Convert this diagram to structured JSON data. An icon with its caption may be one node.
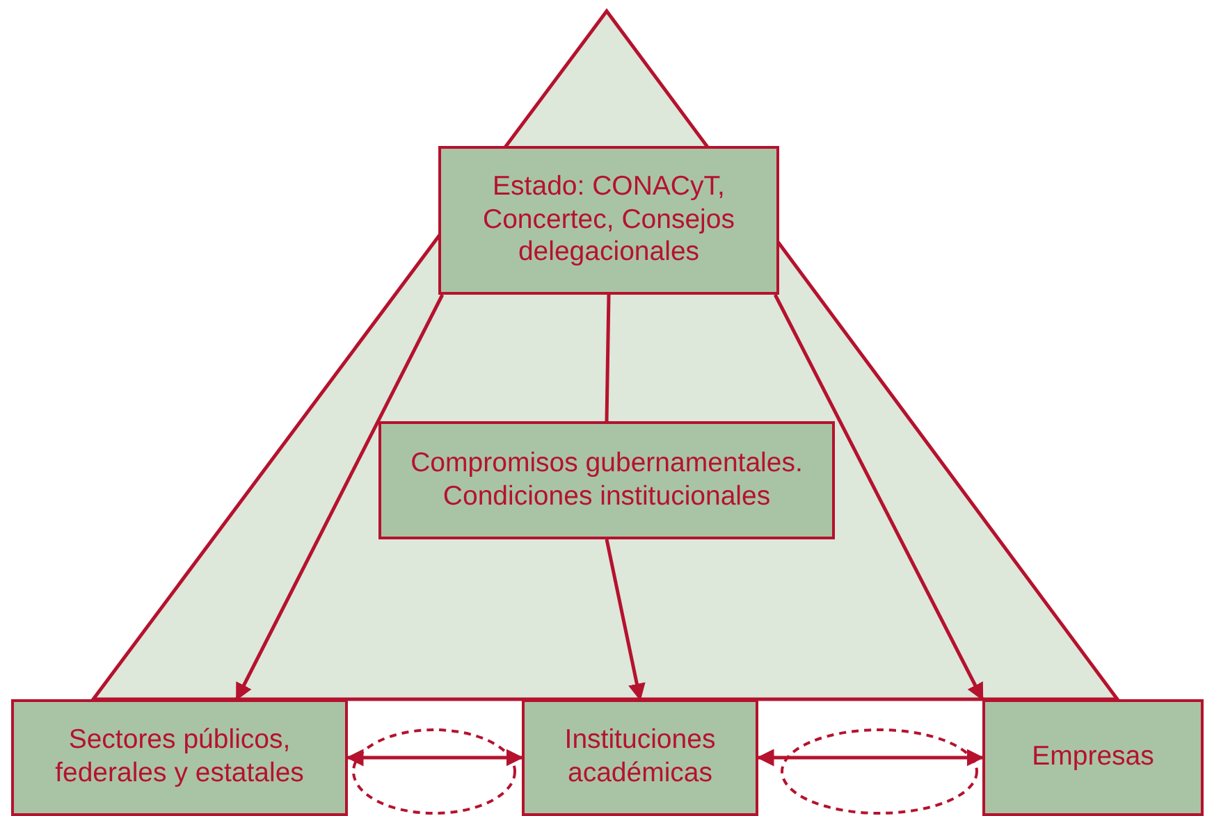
{
  "diagram": {
    "nodes": [
      {
        "text": [
          "Estado: CONACyT, Concertec, Consejos delegacionales"
        ]
      },
      {
        "text": [
          "Compromisos gubernamentales. Condiciones institucionales"
        ]
      },
      {
        "text": [
          "Sectores públicos, federales y estatales"
        ]
      },
      {
        "text": [
          "Instituciones académicas"
        ]
      },
      {
        "text": [
          "Empresas"
        ]
      }
    ],
    "edges": [
      {
        "from": 0,
        "to": 2,
        "arrow": "to"
      },
      {
        "from": 0,
        "to": 1,
        "arrow": "none"
      },
      {
        "from": 0,
        "to": 4,
        "arrow": "to"
      },
      {
        "from": 1,
        "to": 3,
        "arrow": "to"
      },
      {
        "from": 2,
        "to": 3,
        "arrow": "both"
      },
      {
        "from": 3,
        "to": 4,
        "arrow": "both"
      }
    ]
  }
}
